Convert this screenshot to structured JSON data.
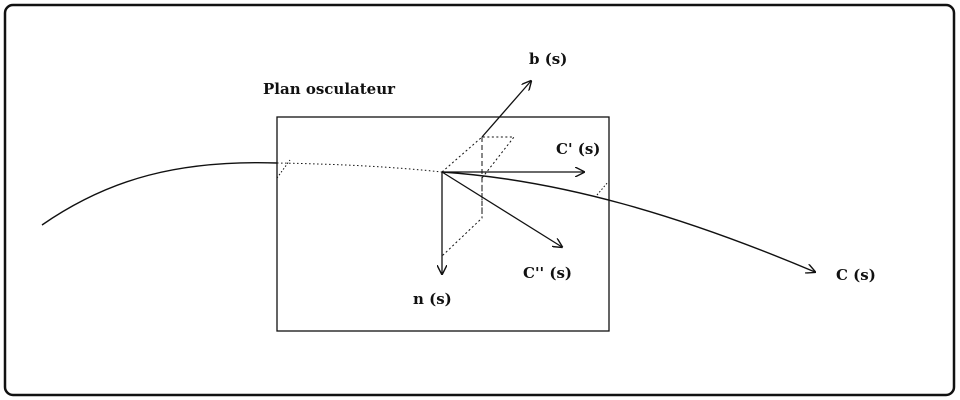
{
  "labels": {
    "plane": "Plan osculateur",
    "binormal": "b (s)",
    "tangent": "C' (s)",
    "second_derivative": "C'' (s)",
    "normal": "n (s)",
    "curve": "C (s)"
  },
  "colors": {
    "ink": "#111111",
    "background": "#ffffff"
  }
}
